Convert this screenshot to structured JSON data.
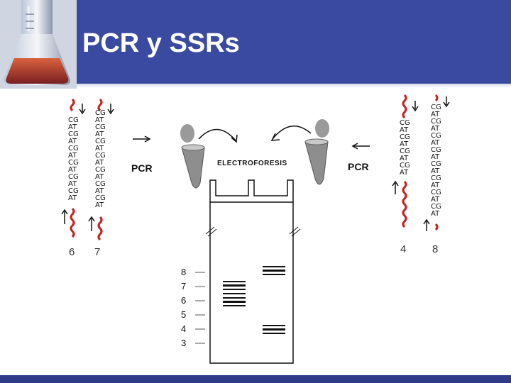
{
  "slide": {
    "title": "PCR y SSRs",
    "header_color": "#3a4aa0"
  },
  "diagram": {
    "pcr_label_left": "PCR",
    "pcr_label_right": "PCR",
    "electrophoresis_label": "ELECTROFORESIS",
    "strands": [
      {
        "label": "6",
        "repeats": [
          "CG",
          "AT",
          "CG",
          "AT",
          "CG",
          "AT",
          "CG",
          "AT",
          "CG",
          "AT",
          "CG",
          "AT"
        ]
      },
      {
        "label": "7",
        "repeats": [
          "CG",
          "AT",
          "CG",
          "AT",
          "CG",
          "AT",
          "CG",
          "AT",
          "CG",
          "AT",
          "CG",
          "AT",
          "CG",
          "AT"
        ]
      },
      {
        "label": "4",
        "repeats": [
          "CG",
          "AT",
          "CG",
          "AT",
          "CG",
          "AT",
          "CG",
          "AT"
        ]
      },
      {
        "label": "8",
        "repeats": [
          "CG",
          "AT",
          "CG",
          "AT",
          "CG",
          "AT",
          "CG",
          "AT",
          "CG",
          "AT",
          "CG",
          "AT",
          "CG",
          "AT",
          "CG",
          "AT"
        ]
      }
    ],
    "size_ladder": [
      "8",
      "7",
      "6",
      "5",
      "4",
      "3"
    ]
  }
}
